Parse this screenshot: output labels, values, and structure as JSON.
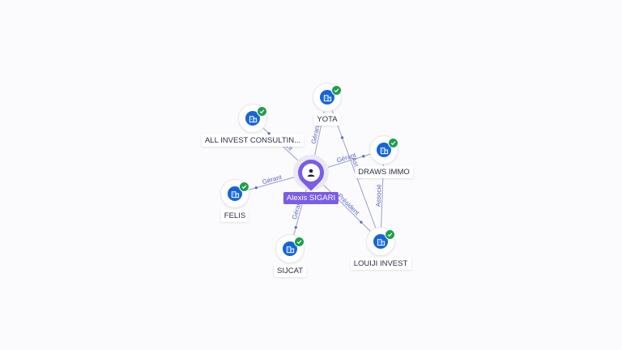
{
  "center": {
    "name": "Alexis SIGARI",
    "icon": "person-icon"
  },
  "companies": [
    {
      "id": "yota",
      "name": "YOTA",
      "verified": true
    },
    {
      "id": "all_invest",
      "name": "ALL INVEST CONSULTIN...",
      "verified": true
    },
    {
      "id": "draws_immo",
      "name": "DRAWS IMMO",
      "verified": true
    },
    {
      "id": "felis",
      "name": "FELIS",
      "verified": true
    },
    {
      "id": "sijcat",
      "name": "SIJCAT",
      "verified": true
    },
    {
      "id": "louiji",
      "name": "LOUIJI INVEST",
      "verified": true
    }
  ],
  "relations": [
    {
      "from": "center",
      "to": "yota",
      "label": "Gérant"
    },
    {
      "from": "center",
      "to": "all_invest",
      "label": "Gérant"
    },
    {
      "from": "center",
      "to": "draws_immo",
      "label": "Gérant"
    },
    {
      "from": "center",
      "to": "felis",
      "label": "Gérant"
    },
    {
      "from": "center",
      "to": "sijcat",
      "label": "Gérant"
    },
    {
      "from": "center",
      "to": "louiji",
      "label": "Président"
    },
    {
      "from": "louiji",
      "to": "draws_immo",
      "label": "Associé"
    },
    {
      "from": "louiji",
      "to": "yota",
      "label": "Associé"
    }
  ],
  "colors": {
    "person": "#7b5ce8",
    "company": "#1565d8",
    "verified": "#1e9e4a",
    "edge_label": "#5b63c9"
  }
}
